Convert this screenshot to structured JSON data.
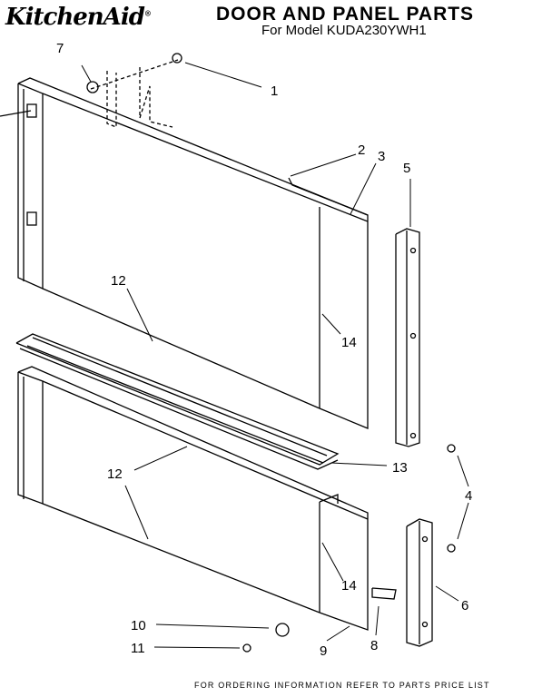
{
  "header": {
    "brand": "KitchenAid",
    "title": "DOOR AND PANEL PARTS",
    "subtitle": "For Model KUDA230YWH1"
  },
  "callouts": [
    "1",
    "2",
    "3",
    "4",
    "5",
    "6",
    "7",
    "8",
    "9",
    "10",
    "11",
    "12",
    "13",
    "14"
  ],
  "footer": "FOR ORDERING INFORMATION REFER TO PARTS PRICE LIST"
}
